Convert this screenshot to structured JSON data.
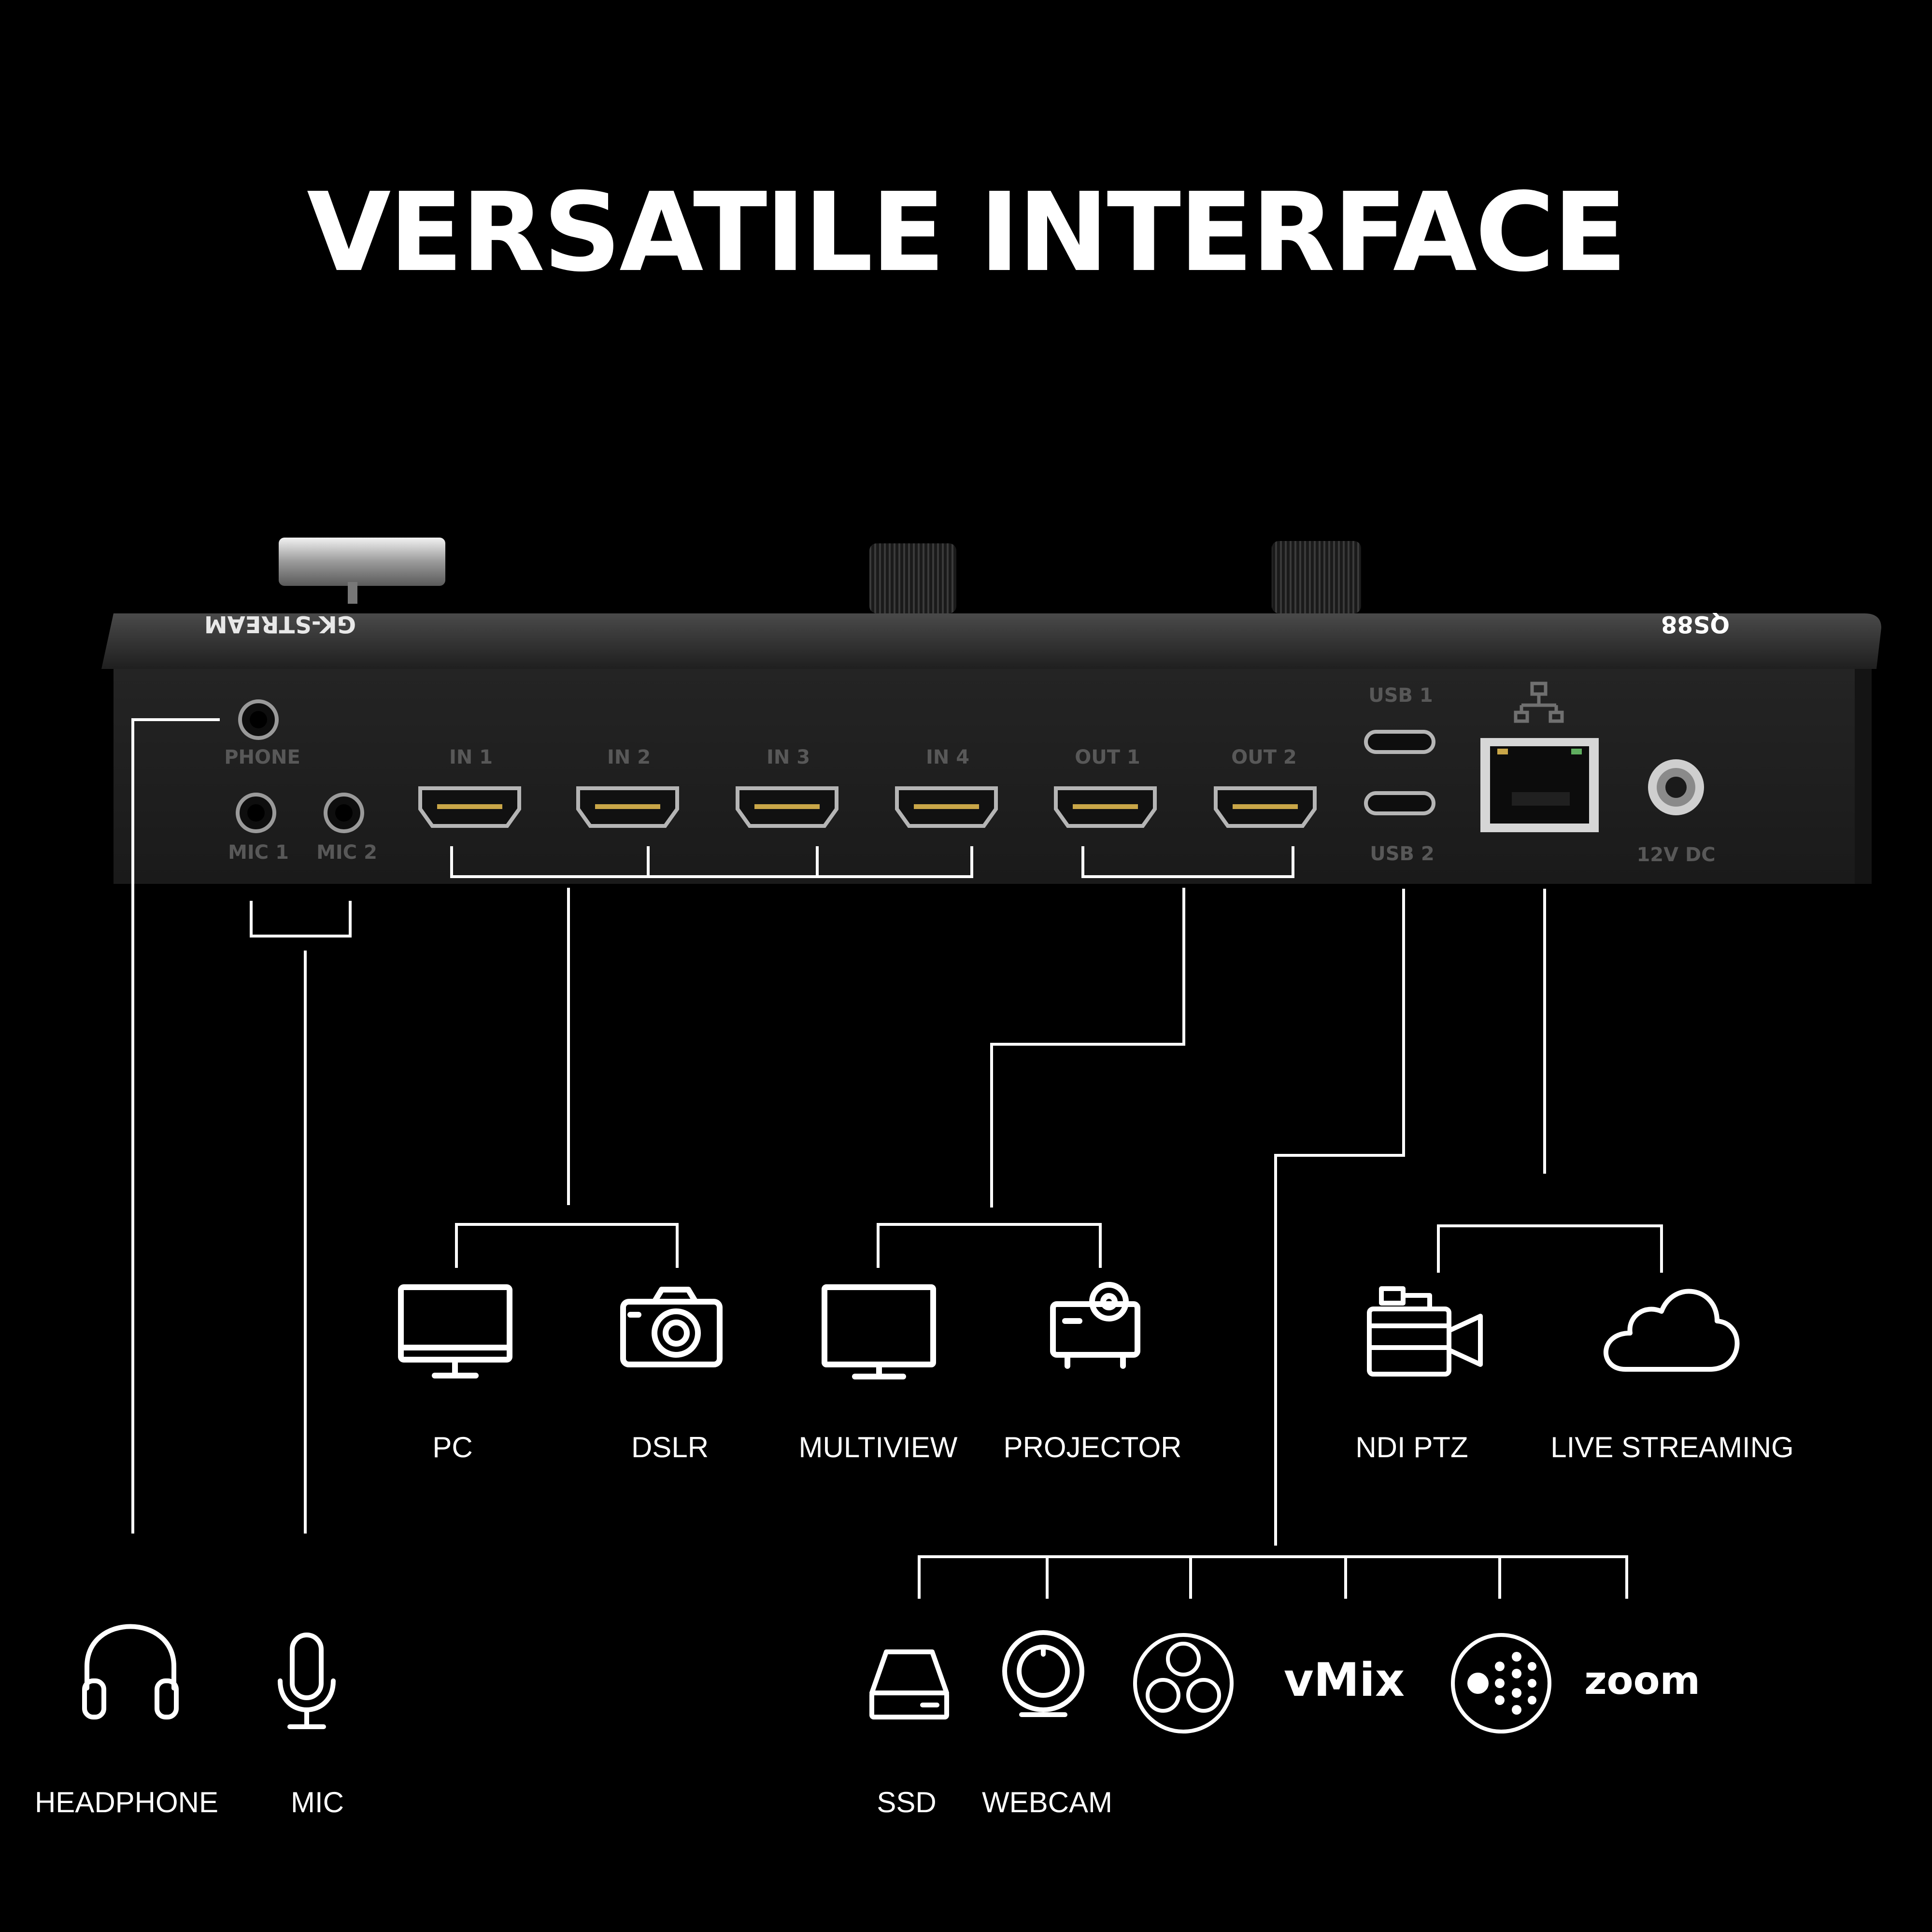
{
  "title": "VERSATILE INTERFACE",
  "device": {
    "brand": "GK-STREAM",
    "model": "QS88",
    "ports": {
      "phone": "PHONE",
      "mic1": "MIC 1",
      "mic2": "MIC 2",
      "in1": "IN 1",
      "in2": "IN 2",
      "in3": "IN 3",
      "in4": "IN 4",
      "out1": "OUT 1",
      "out2": "OUT 2",
      "usb1": "USB 1",
      "usb2": "USB 2",
      "dc": "12V DC"
    }
  },
  "devices": {
    "pc": "PC",
    "dslr": "DSLR",
    "multiview": "MULTIVIEW",
    "projector": "PROJECTOR",
    "ndi_ptz": "NDI PTZ",
    "live_streaming": "LIVE STREAMING",
    "headphone": "HEADPHONE",
    "mic": "MIC",
    "ssd": "SSD",
    "webcam": "WEBCAM"
  },
  "software": {
    "vmix": "vMix",
    "zoom": "zoom"
  },
  "colors": {
    "background": "#000000",
    "lines": "#ffffff",
    "device_body": "#262626",
    "port_label": "#585858"
  }
}
